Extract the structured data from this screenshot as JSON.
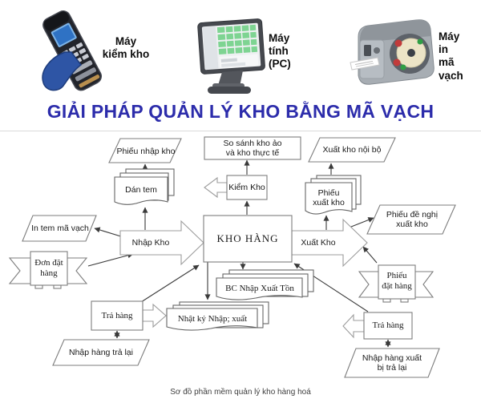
{
  "header": {
    "title": "GIẢI PHÁP QUẢN LÝ KHO BẰNG MÃ VẠCH",
    "title_color": "#2c2cab",
    "devices": [
      {
        "name": "handheld-inventory-scanner",
        "label": "Máy\nkiểm kho"
      },
      {
        "name": "pos-computer",
        "label": "Máy\ntính\n(PC)"
      },
      {
        "name": "barcode-printer",
        "label": "Máy\nin\nmã\nvạch"
      }
    ]
  },
  "diagram": {
    "caption": "Sơ đồ phần mềm quản lý kho hàng hoá",
    "colors": {
      "shape_stroke": "#7d7d7d",
      "doc_stroke": "#666666",
      "block_arrow_stroke": "#9c9c9c",
      "arrow": "#3a3a3a"
    },
    "nodes": {
      "phieu_nhap_kho": "Phiếu nhập kho",
      "so_sanh_kho": "So sánh kho ảo\nvà kho thực tế",
      "xuat_kho_noi_bo": "Xuất kho nội bộ",
      "dan_tem": "Dán tem",
      "kiem_kho": "Kiểm Kho",
      "phieu_xuat_kho": "Phiếu\nxuất kho",
      "in_tem_ma_vach": "In tem mã vạch",
      "phieu_de_nghi_xuat_kho": "Phiếu đề nghị\nxuất kho",
      "nhap_kho": "Nhập Kho",
      "kho_hang": "KHO HÀNG",
      "xuat_kho": "Xuất Kho",
      "don_dat_hang": "Đơn đặt\nhàng",
      "phieu_dat_hang": "Phiếu\nđặt hàng",
      "bc_nhap_xuat_ton": "BC Nhập Xuất Tồn",
      "tra_hang_trai": "Trả hàng",
      "nhat_ky_nhap_xuat": "Nhật ký Nhập; xuất",
      "tra_hang_phai": "Trả hàng",
      "nhap_hang_tra_lai": "Nhập hàng trả lại",
      "nhap_hang_xuat_bi_tra_lai": "Nhập hàng xuất\nbị trả lại"
    }
  }
}
